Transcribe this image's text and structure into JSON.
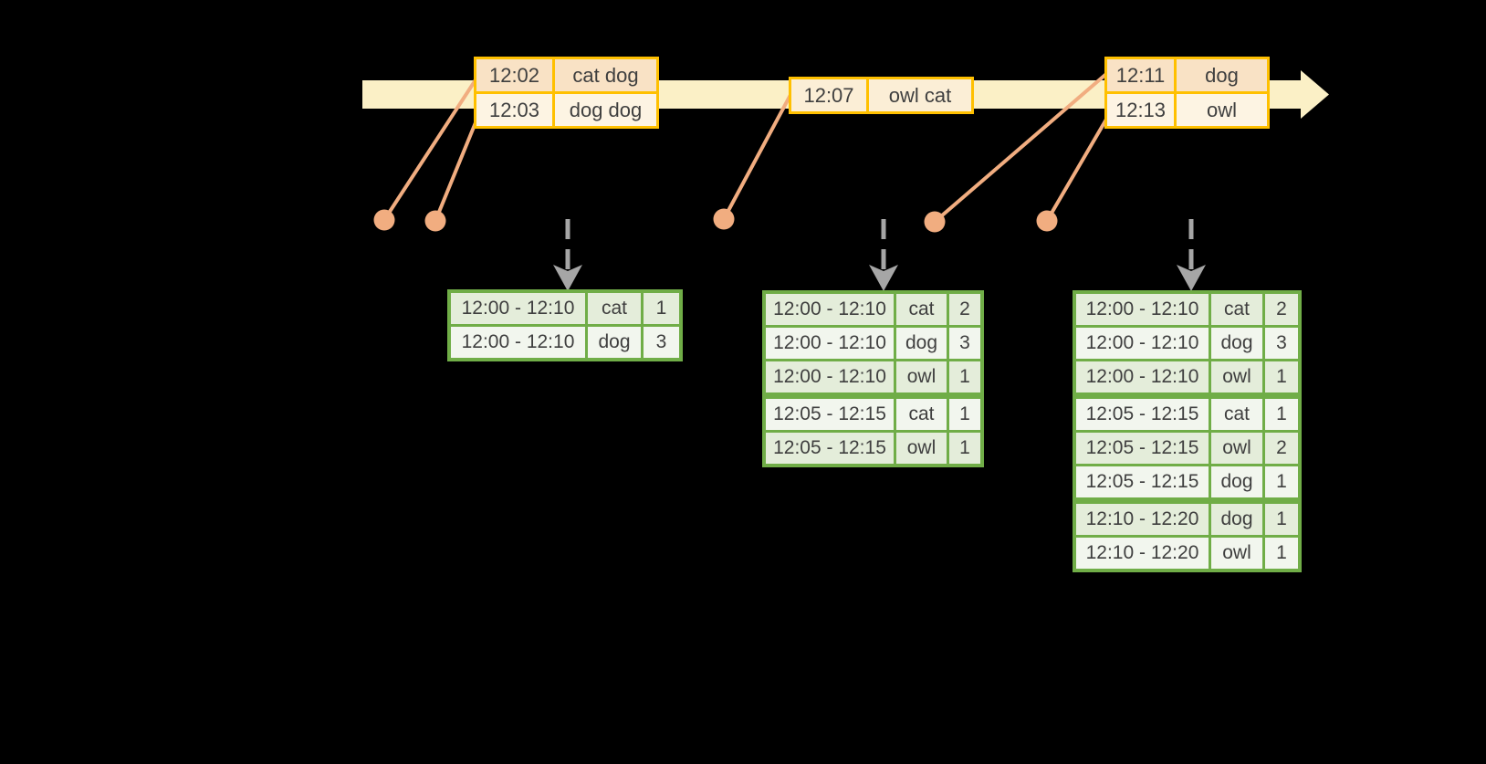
{
  "diagram": "windowed-counts-over-event-timeline",
  "colors": {
    "background": "#000000",
    "timeline_band": "#FBF0C6",
    "event_table_border": "#FFC000",
    "event_row_fill_dark": "#F9E2C5",
    "event_row_fill_light": "#FDF4E3",
    "event_row_fill_single": "#FBEED6",
    "connector_and_dot": "#F1AD80",
    "result_table_border": "#70AD47",
    "result_row_fill_dark": "#E4EDDA",
    "result_row_fill_light": "#F2F6EE",
    "trigger_arrow_gray": "#A6A6A6",
    "text": "#3F3F3F"
  },
  "timeline": {
    "event_tables": [
      {
        "rows": [
          {
            "time": "12:02",
            "words": "cat dog"
          },
          {
            "time": "12:03",
            "words": "dog dog"
          }
        ]
      },
      {
        "rows": [
          {
            "time": "12:07",
            "words": "owl cat"
          }
        ]
      },
      {
        "rows": [
          {
            "time": "12:11",
            "words": "dog"
          },
          {
            "time": "12:13",
            "words": "owl"
          }
        ]
      }
    ]
  },
  "result_tables": [
    {
      "rows": [
        {
          "window": "12:00 - 12:10",
          "word": "cat",
          "count": "1"
        },
        {
          "window": "12:00 - 12:10",
          "word": "dog",
          "count": "3"
        }
      ]
    },
    {
      "rows": [
        {
          "window": "12:00 - 12:10",
          "word": "cat",
          "count": "2"
        },
        {
          "window": "12:00 - 12:10",
          "word": "dog",
          "count": "3"
        },
        {
          "window": "12:00 - 12:10",
          "word": "owl",
          "count": "1"
        },
        {
          "window": "12:05 - 12:15",
          "word": "cat",
          "count": "1"
        },
        {
          "window": "12:05 - 12:15",
          "word": "owl",
          "count": "1"
        }
      ]
    },
    {
      "rows": [
        {
          "window": "12:00 - 12:10",
          "word": "cat",
          "count": "2"
        },
        {
          "window": "12:00 - 12:10",
          "word": "dog",
          "count": "3"
        },
        {
          "window": "12:00 - 12:10",
          "word": "owl",
          "count": "1"
        },
        {
          "window": "12:05 - 12:15",
          "word": "cat",
          "count": "1"
        },
        {
          "window": "12:05 - 12:15",
          "word": "owl",
          "count": "2"
        },
        {
          "window": "12:05 - 12:15",
          "word": "dog",
          "count": "1"
        },
        {
          "window": "12:10 - 12:20",
          "word": "dog",
          "count": "1"
        },
        {
          "window": "12:10 - 12:20",
          "word": "owl",
          "count": "1"
        }
      ]
    }
  ]
}
